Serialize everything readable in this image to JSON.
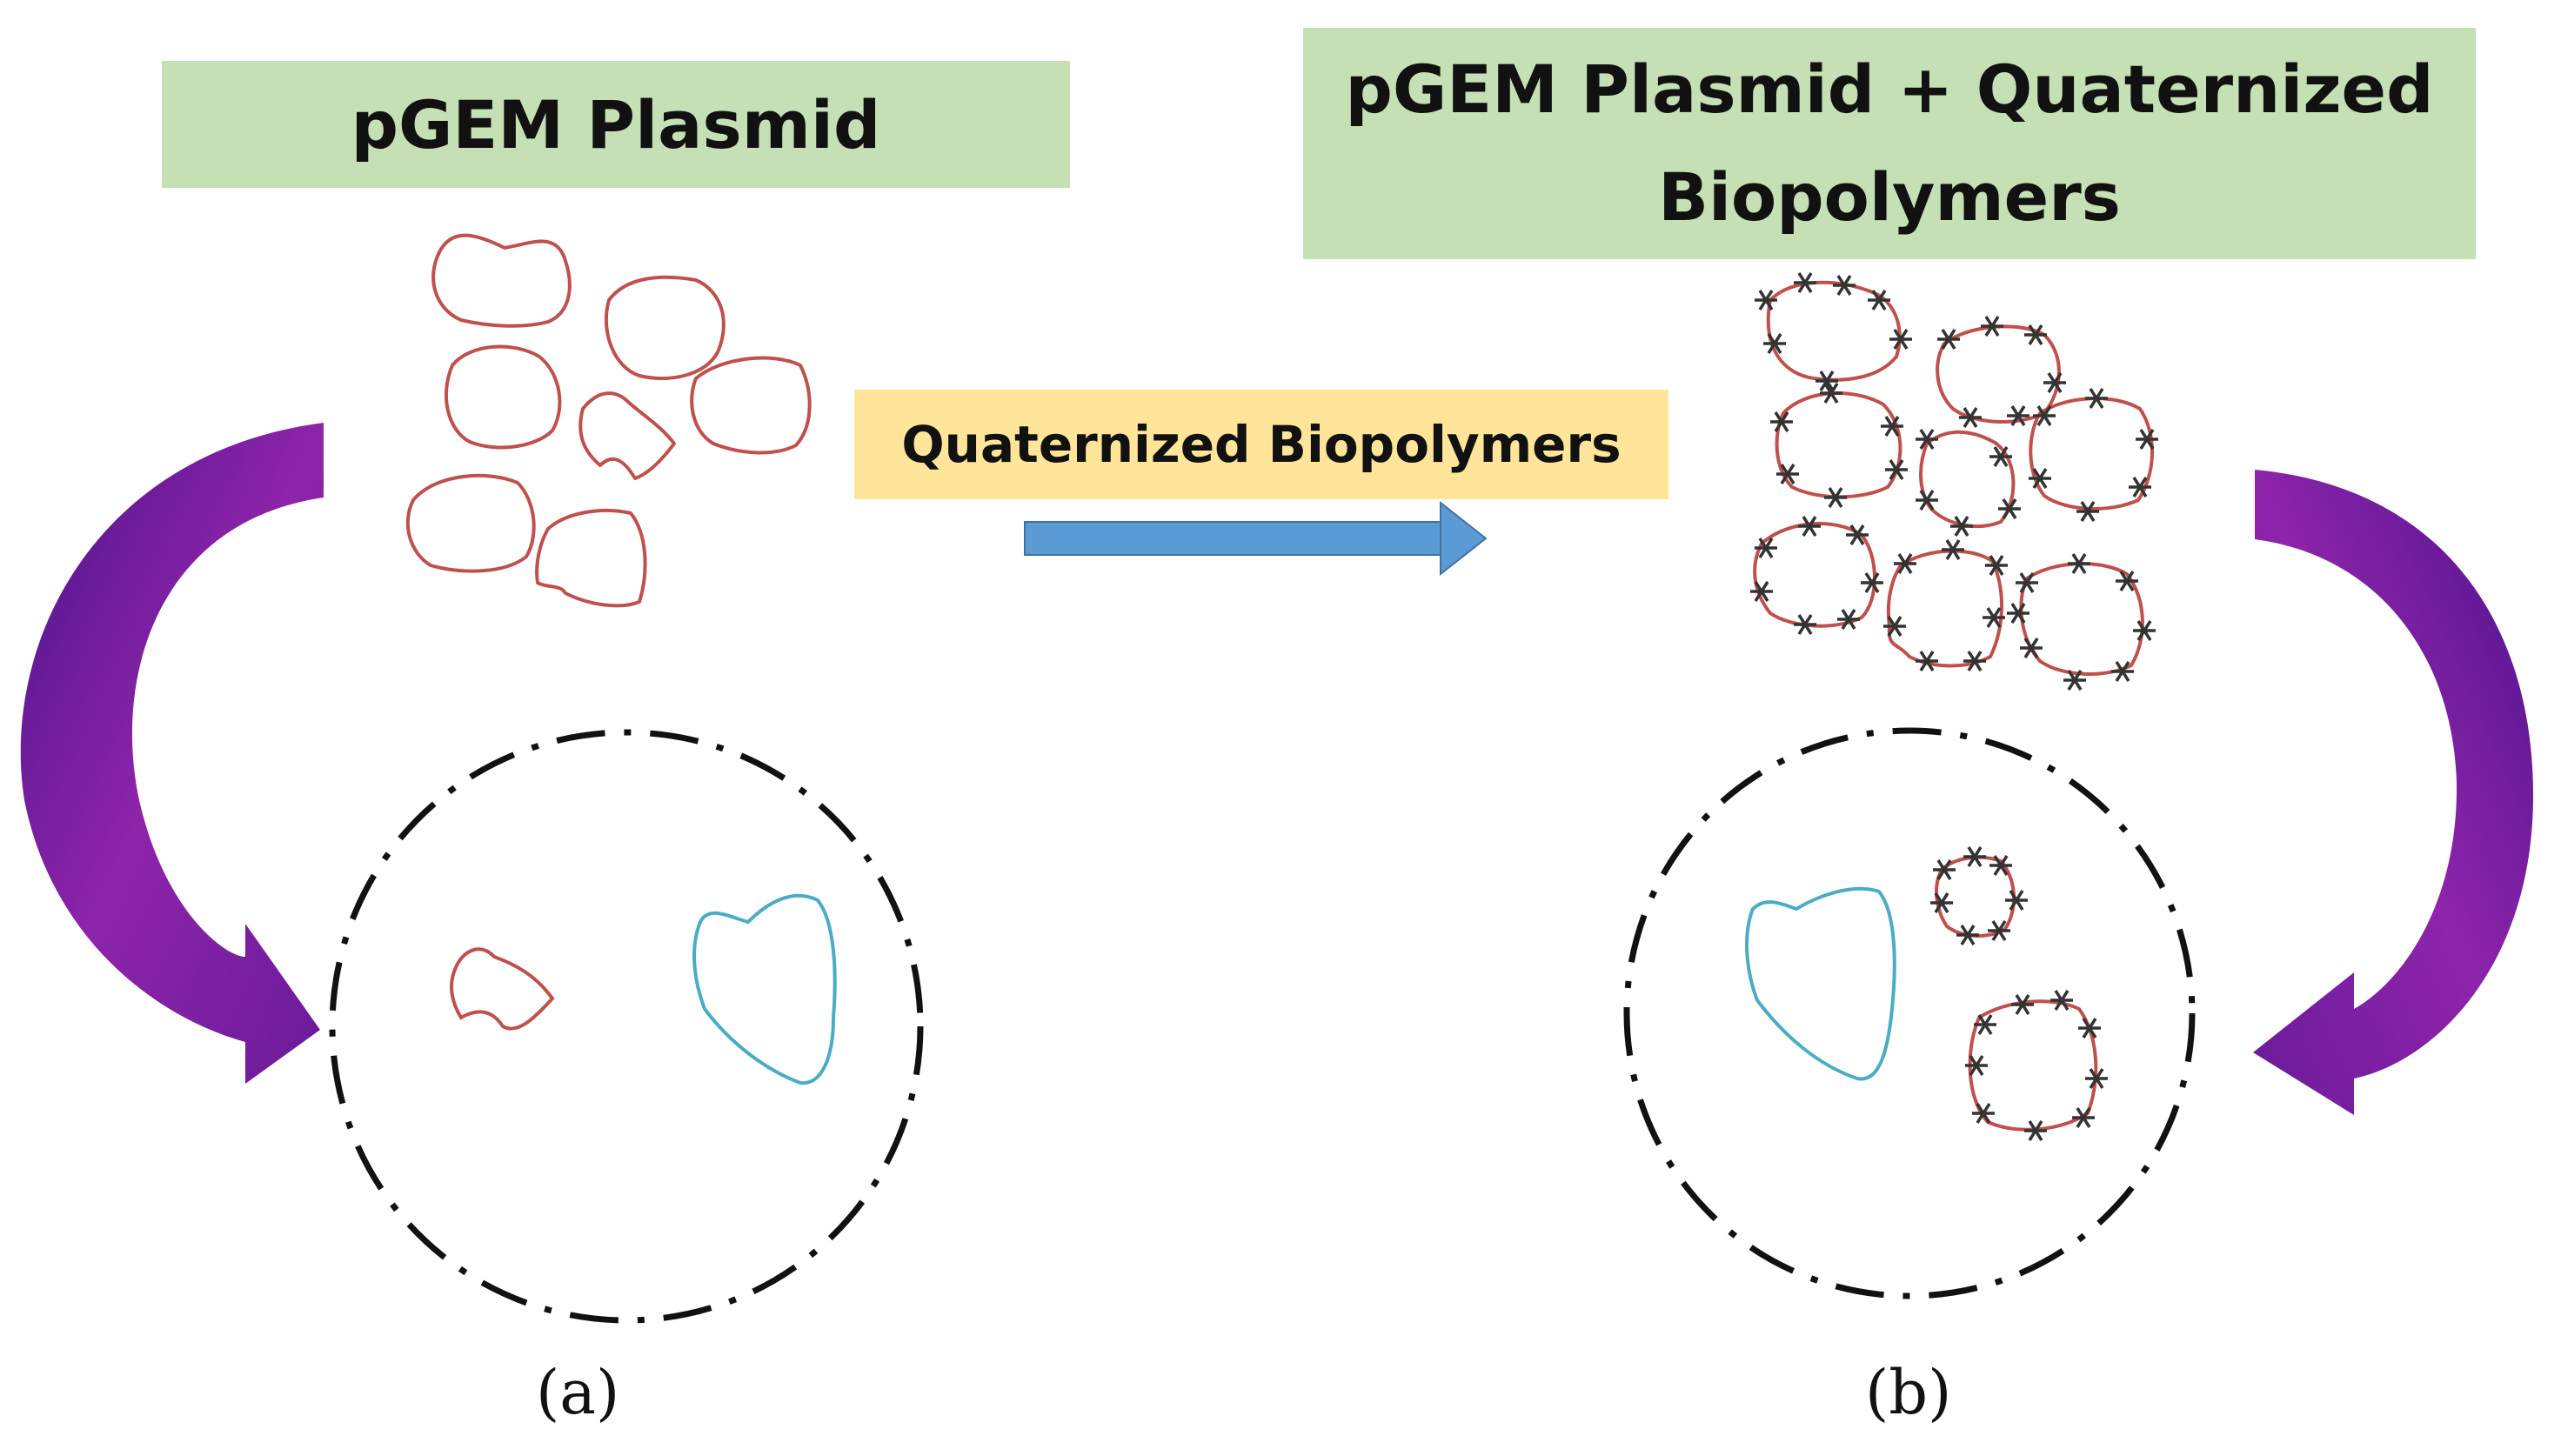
{
  "panel_a": {
    "title": "pGEM Plasmid",
    "caption": "(a)"
  },
  "panel_b": {
    "title_line1": "pGEM Plasmid + Quaternized",
    "title_line2": "Biopolymers",
    "caption": "(b)"
  },
  "reaction": {
    "label": "Quaternized Biopolymers"
  },
  "colors": {
    "title_box": "#c5e0b4",
    "reagent_box": "#ffe599",
    "reaction_arrow": "#5b9bd5",
    "curved_arrow": "#7b1fa2",
    "plasmid_outline": "#c0504d",
    "cell_component": "#4bacc6",
    "polymer_marker": "#333333",
    "cell_boundary": "#111111"
  }
}
